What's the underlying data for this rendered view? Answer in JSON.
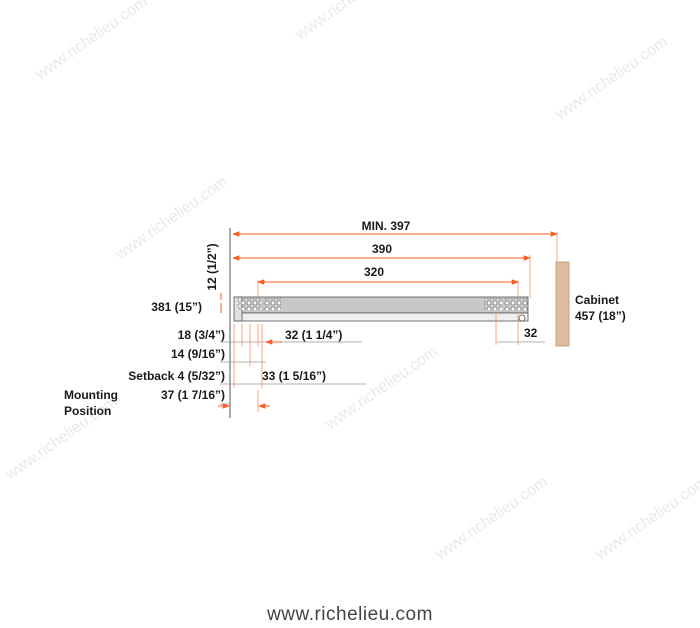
{
  "watermark": "www.richelieu.com",
  "footer": "www.richelieu.com",
  "dimensions": {
    "min_length": "MIN. 397",
    "rail_length": "390",
    "hole_spacing": "320",
    "front_height": "12 (1/2”)",
    "slide_height": "381 (15”)",
    "offset_18": "18 (3/4”)",
    "offset_32": "32 (1 1/4”)",
    "rear_32": "32",
    "offset_14": "14 (9/16”)",
    "setback": "Setback 4 (5/32”)",
    "offset_33": "33 (1 5/16”)",
    "mounting_37": "37 (1 7/16”)",
    "mounting_label_1": "Mounting",
    "mounting_label_2": "Position"
  },
  "cabinet": {
    "label": "Cabinet",
    "size": "457 (18”)"
  },
  "colors": {
    "dimension_line": "#ff5a1f",
    "rail_fill": "#c8c8c8",
    "cabinet_panel": "#dcbc9c"
  }
}
